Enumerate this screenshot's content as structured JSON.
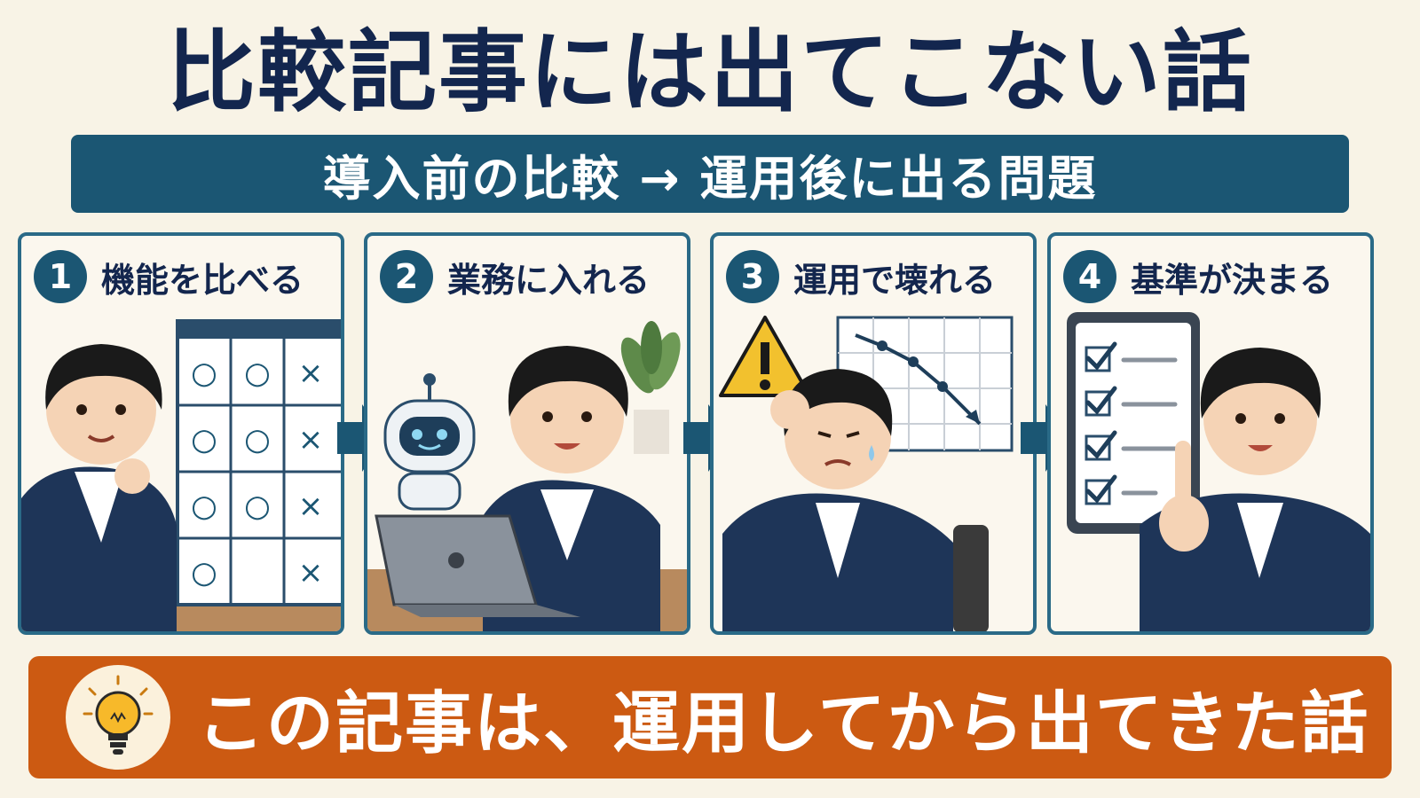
{
  "title": "比較記事には出てこない話",
  "subtitle": "導入前の比較 → 運用後に出る問題",
  "steps": [
    {
      "number": "1",
      "label": "機能を比べる",
      "table_marks": [
        "○",
        "○",
        "×",
        "○",
        "○",
        "×",
        "○",
        "○",
        "×",
        "○",
        "",
        "×"
      ]
    },
    {
      "number": "2",
      "label": "業務に入れる"
    },
    {
      "number": "3",
      "label": "運用で壊れる"
    },
    {
      "number": "4",
      "label": "基準が決まる"
    }
  ],
  "bottom_message": "この記事は、運用してから出てきた話",
  "colors": {
    "background": "#f8f3e6",
    "title": "#13264e",
    "accent_teal": "#1b5673",
    "panel_border": "#2a6a87",
    "bottom_bar": "#cc5a12",
    "warning": "#f2c12e"
  }
}
